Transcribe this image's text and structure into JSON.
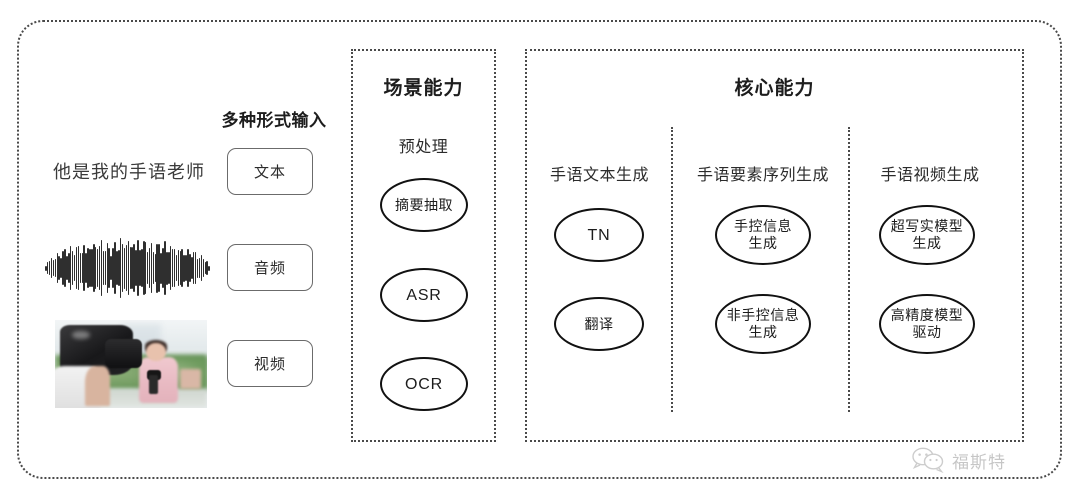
{
  "diagram": {
    "title_implicit": "手语数字人能力架构图",
    "input_section": {
      "heading": "多种形式输入",
      "sample_sentence": "他是我的手语老师",
      "media": [
        {
          "name": "waveform-graphic",
          "kind": "audio-waveform"
        },
        {
          "name": "video-thumbnail",
          "kind": "image",
          "description": "摄像师拍摄记者"
        }
      ],
      "modalities": [
        {
          "label": "文本",
          "icon": "text-modality"
        },
        {
          "label": "音频",
          "icon": "audio-modality"
        },
        {
          "label": "视频",
          "icon": "video-modality"
        }
      ]
    },
    "scene_panel": {
      "title": "场景能力",
      "groups": [
        {
          "label": "预处理",
          "nodes": [
            "摘要抽取",
            "ASR",
            "OCR"
          ]
        }
      ]
    },
    "core_panel": {
      "title": "核心能力",
      "groups": [
        {
          "label": "手语文本生成",
          "nodes": [
            "TN",
            "翻译"
          ]
        },
        {
          "label": "手语要素序列生成",
          "nodes": [
            "手控信息\n生成",
            "非手控信息\n生成"
          ]
        },
        {
          "label": "手语视频生成",
          "nodes": [
            "超写实模型\n生成",
            "高精度模型\n驱动"
          ]
        }
      ]
    },
    "watermark": {
      "text": "福斯特",
      "icon": "wechat-icon"
    },
    "colors": {
      "background": "#ffffff",
      "frame_border": "#4a4a4a",
      "node_border": "#111111",
      "box_border": "#6b6b6b",
      "text": "#262626",
      "watermark_text": "#7a7a7a"
    }
  }
}
